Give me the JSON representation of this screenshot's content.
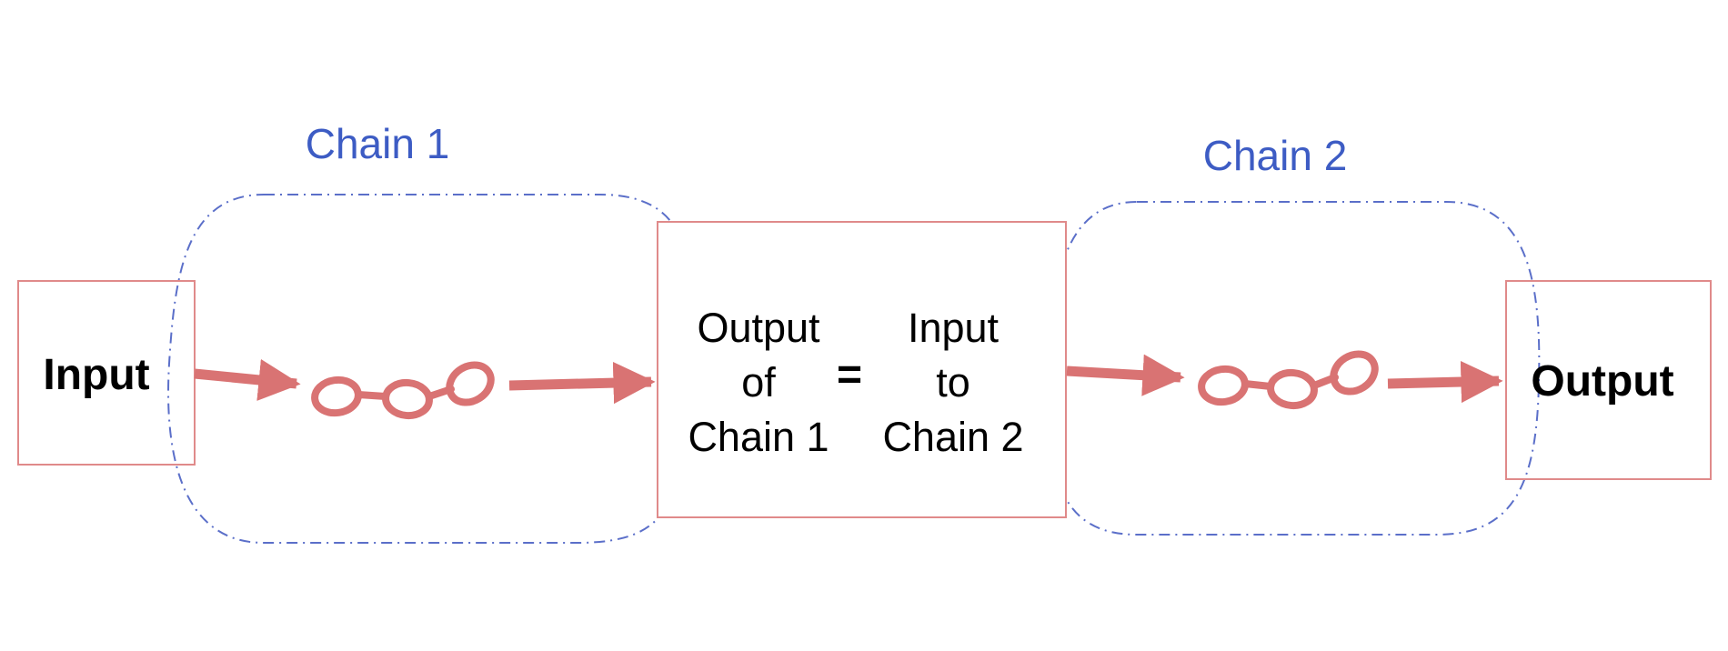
{
  "colors": {
    "box_border": "#e08a8a",
    "arrow": "#d97373",
    "chain_link": "#d97373",
    "chain_outline": "#5b6fc9",
    "chain_label": "#3d5cc4",
    "text": "#000000",
    "background": "#ffffff"
  },
  "chain1": {
    "label": "Chain 1"
  },
  "chain2": {
    "label": "Chain 2"
  },
  "input_box": {
    "label": "Input"
  },
  "output_box": {
    "label": "Output"
  },
  "middle_box": {
    "left_lines": [
      "Output",
      "of",
      "Chain 1"
    ],
    "equals": "=",
    "right_lines": [
      "Input",
      "to",
      "Chain 2"
    ]
  },
  "icons": [
    "chain-link-icon",
    "arrow-right-icon"
  ]
}
